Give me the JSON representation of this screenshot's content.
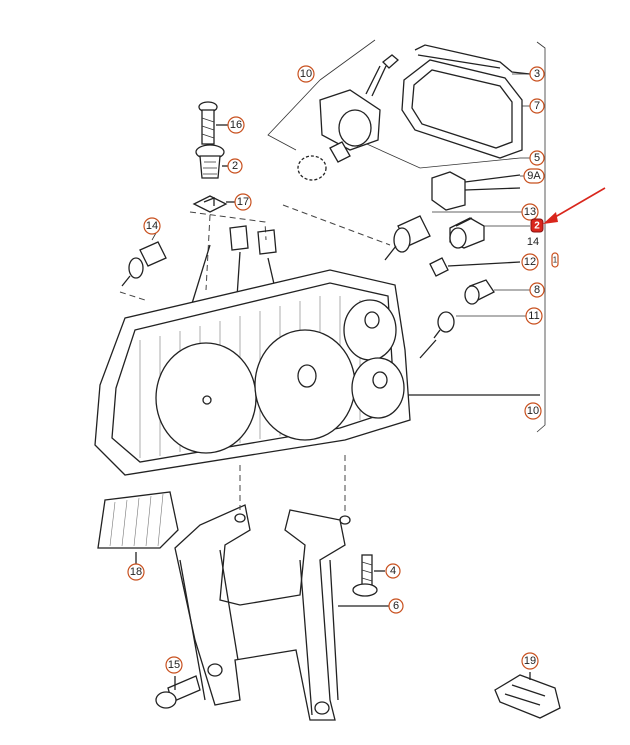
{
  "callouts": [
    {
      "id": "c-10-top",
      "label": "10"
    },
    {
      "id": "c-3",
      "label": "3"
    },
    {
      "id": "c-7",
      "label": "7"
    },
    {
      "id": "c-5",
      "label": "5"
    },
    {
      "id": "c-9a",
      "label": "9A"
    },
    {
      "id": "c-13",
      "label": "13"
    },
    {
      "id": "c-2-highlight",
      "label": "2"
    },
    {
      "id": "c-14-plain",
      "label": "14"
    },
    {
      "id": "c-12",
      "label": "12"
    },
    {
      "id": "c-1",
      "label": "1"
    },
    {
      "id": "c-8",
      "label": "8"
    },
    {
      "id": "c-11",
      "label": "11"
    },
    {
      "id": "c-10-right",
      "label": "10"
    },
    {
      "id": "c-16",
      "label": "16"
    },
    {
      "id": "c-2",
      "label": "2"
    },
    {
      "id": "c-17",
      "label": "17"
    },
    {
      "id": "c-14-left",
      "label": "14"
    },
    {
      "id": "c-18",
      "label": "18"
    },
    {
      "id": "c-4",
      "label": "4"
    },
    {
      "id": "c-6",
      "label": "6"
    },
    {
      "id": "c-15",
      "label": "15"
    },
    {
      "id": "c-19",
      "label": "19"
    }
  ],
  "colors": {
    "callout_border": "#c8501e",
    "highlight_fill": "#d9261c",
    "arrow": "#d9261c",
    "line": "#222222"
  },
  "pointer": {
    "name": "red-pointer-arrow",
    "target": "c-2-highlight"
  }
}
